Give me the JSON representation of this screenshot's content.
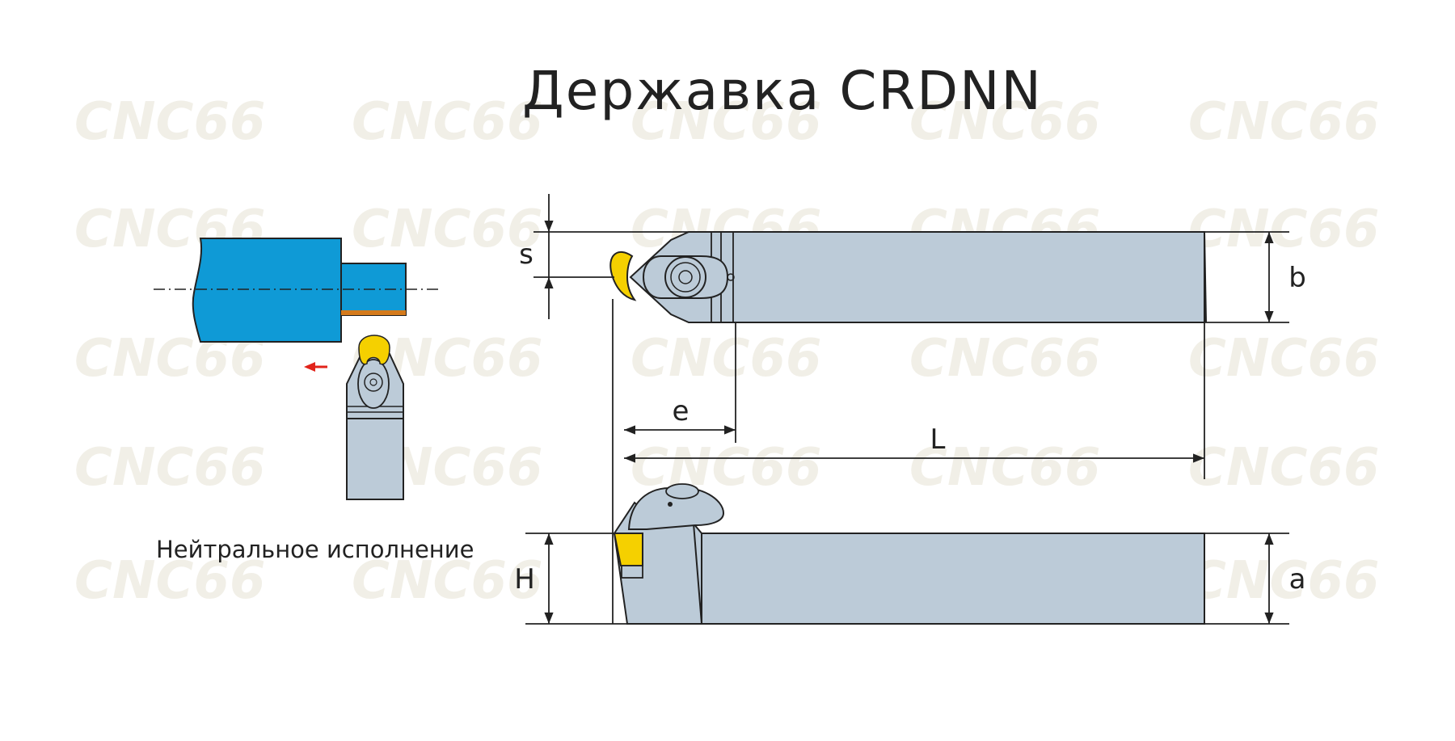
{
  "title": "Державка CRDNN",
  "caption": "Нейтральное исполнение",
  "watermark": "CNC66",
  "dimensions": {
    "s": "s",
    "b": "b",
    "e": "e",
    "L": "L",
    "H": "H",
    "a": "a"
  },
  "colors": {
    "holder_body": "#bccbd8",
    "workpiece": "#0f9ad6",
    "insert": "#f5d000",
    "chip": "#d47a1c",
    "feed_arrow": "#e2231a",
    "outline": "#222222"
  },
  "icons": {
    "feed_direction": "arrow-left-icon"
  }
}
